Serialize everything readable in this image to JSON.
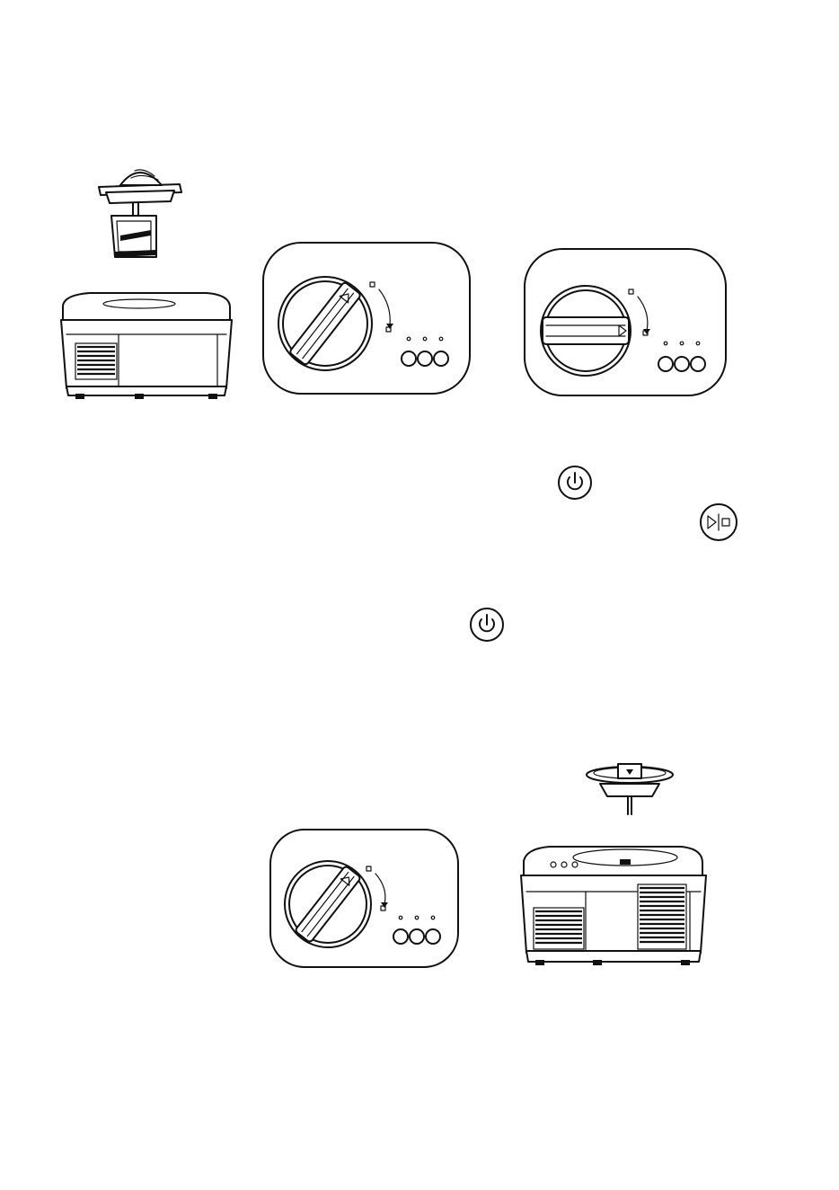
{
  "figure": {
    "panels": [
      "machine-with-paddle-lid-lifted",
      "control-panel-dial-diagonal",
      "control-panel-dial-horizontal",
      "control-panel-dial-diagonal-small",
      "machine-with-lid-lifted"
    ],
    "symbols": [
      {
        "name": "power-icon",
        "glyph": "⏻"
      },
      {
        "name": "play-pause-icon",
        "glyph": "▷|□"
      },
      {
        "name": "power-icon",
        "glyph": "⏻"
      }
    ]
  }
}
